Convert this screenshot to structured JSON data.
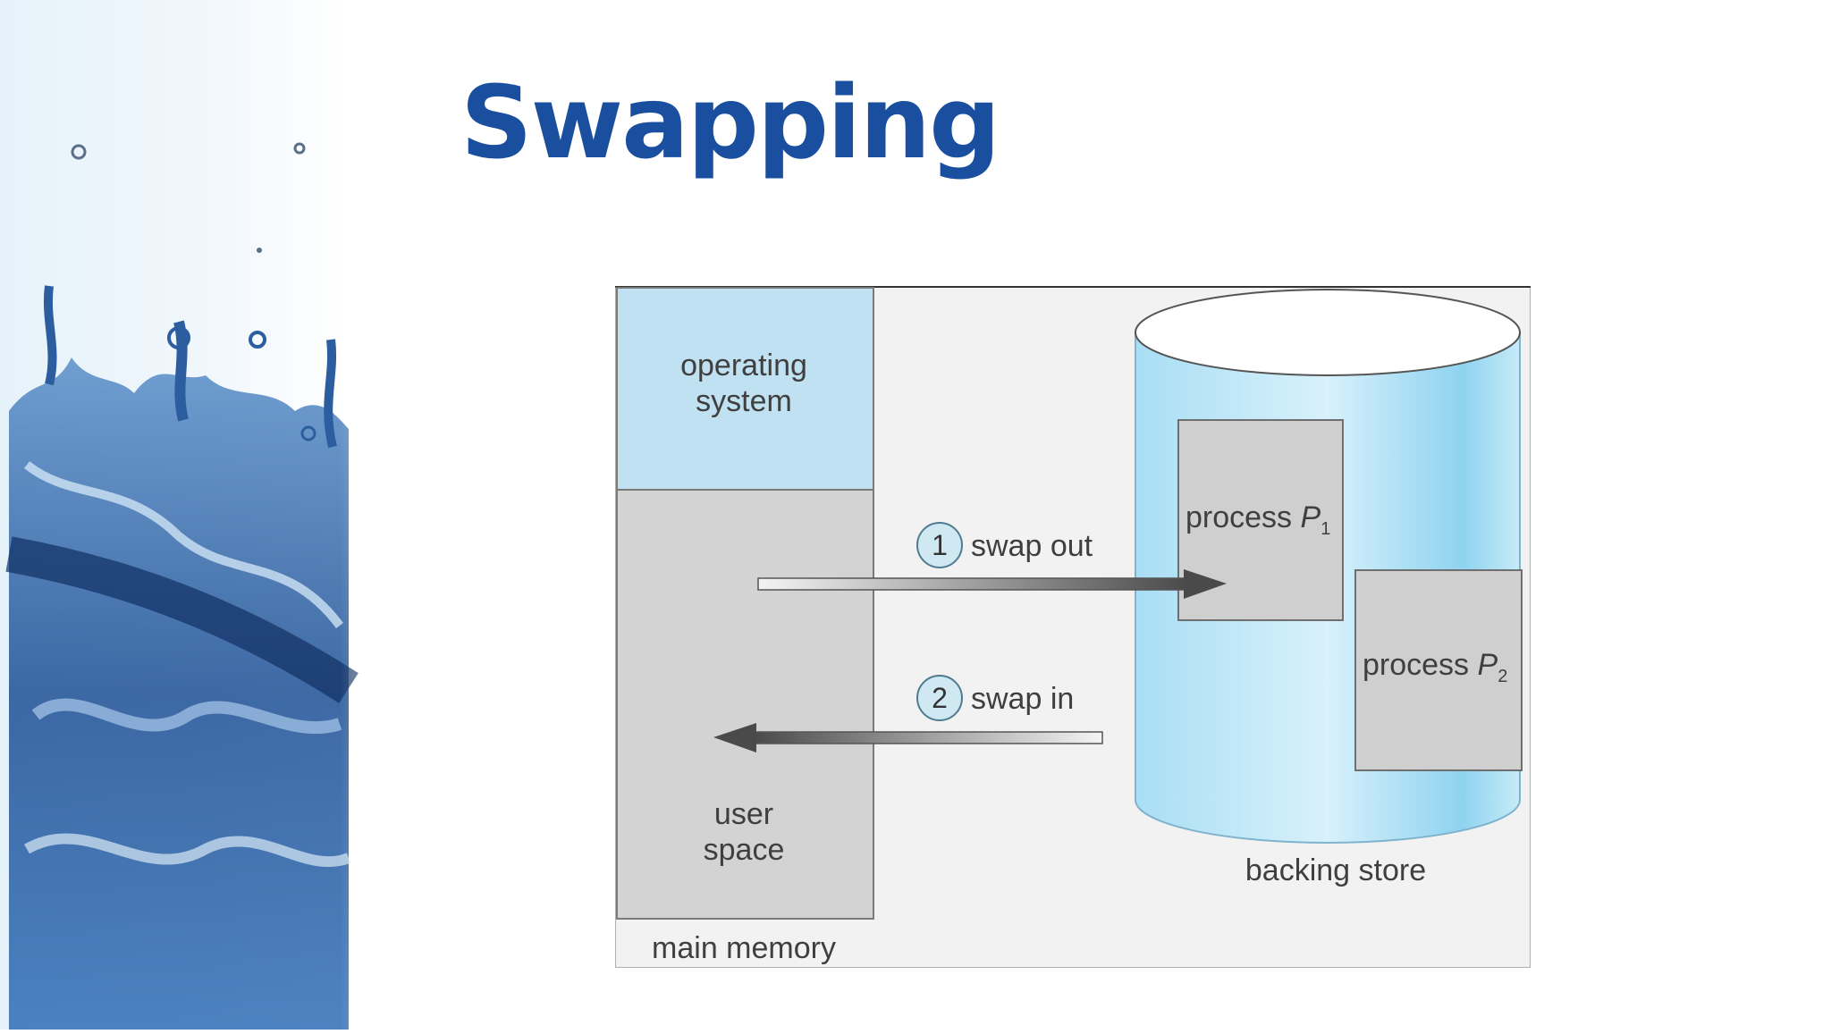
{
  "slide": {
    "title": "Swapping"
  },
  "diagram": {
    "os_line1": "operating",
    "os_line2": "system",
    "user_line1": "user",
    "user_line2": "space",
    "main_memory": "main memory",
    "backing_store": "backing store",
    "process_label": "process",
    "p1": "P",
    "p1_sub": "1",
    "p2": "P",
    "p2_sub": "2",
    "step1_number": "1",
    "step1_label": "swap out",
    "step2_number": "2",
    "step2_label": "swap in"
  },
  "colors": {
    "title": "#1a4fa0",
    "os_region": "#bfe1f1",
    "user_region": "#d3d3d3",
    "cylinder": "#a9def4",
    "process_box": "#cfcfcf"
  }
}
